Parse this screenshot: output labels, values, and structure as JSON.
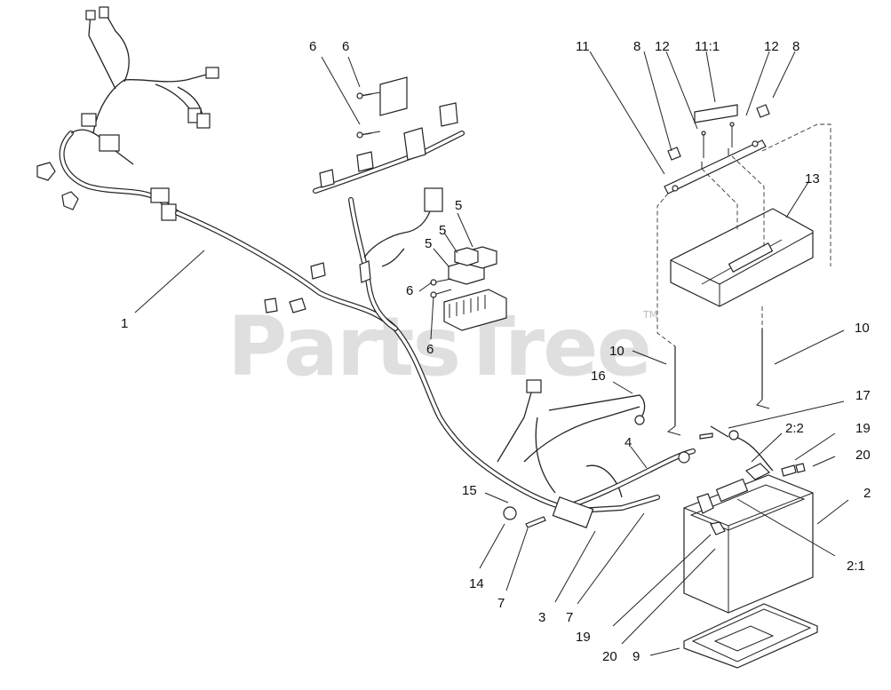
{
  "watermark": {
    "text": "PartsTree",
    "trademark": "TM"
  },
  "callouts": [
    {
      "id": "c1",
      "text": "1"
    },
    {
      "id": "c2",
      "text": "2"
    },
    {
      "id": "c2-1",
      "text": "2:1"
    },
    {
      "id": "c2-2",
      "text": "2:2"
    },
    {
      "id": "c3",
      "text": "3"
    },
    {
      "id": "c4",
      "text": "4"
    },
    {
      "id": "c5a",
      "text": "5"
    },
    {
      "id": "c5b",
      "text": "5"
    },
    {
      "id": "c5c",
      "text": "5"
    },
    {
      "id": "c6a",
      "text": "6"
    },
    {
      "id": "c6b",
      "text": "6"
    },
    {
      "id": "c6c",
      "text": "6"
    },
    {
      "id": "c6d",
      "text": "6"
    },
    {
      "id": "c7a",
      "text": "7"
    },
    {
      "id": "c7b",
      "text": "7"
    },
    {
      "id": "c8a",
      "text": "8"
    },
    {
      "id": "c8b",
      "text": "8"
    },
    {
      "id": "c9",
      "text": "9"
    },
    {
      "id": "c10a",
      "text": "10"
    },
    {
      "id": "c10b",
      "text": "10"
    },
    {
      "id": "c11",
      "text": "11"
    },
    {
      "id": "c11-1",
      "text": "11:1"
    },
    {
      "id": "c12a",
      "text": "12"
    },
    {
      "id": "c12b",
      "text": "12"
    },
    {
      "id": "c13",
      "text": "13"
    },
    {
      "id": "c14",
      "text": "14"
    },
    {
      "id": "c15",
      "text": "15"
    },
    {
      "id": "c16",
      "text": "16"
    },
    {
      "id": "c17",
      "text": "17"
    },
    {
      "id": "c19a",
      "text": "19"
    },
    {
      "id": "c19b",
      "text": "19"
    },
    {
      "id": "c20a",
      "text": "20"
    },
    {
      "id": "c20b",
      "text": "20"
    }
  ]
}
